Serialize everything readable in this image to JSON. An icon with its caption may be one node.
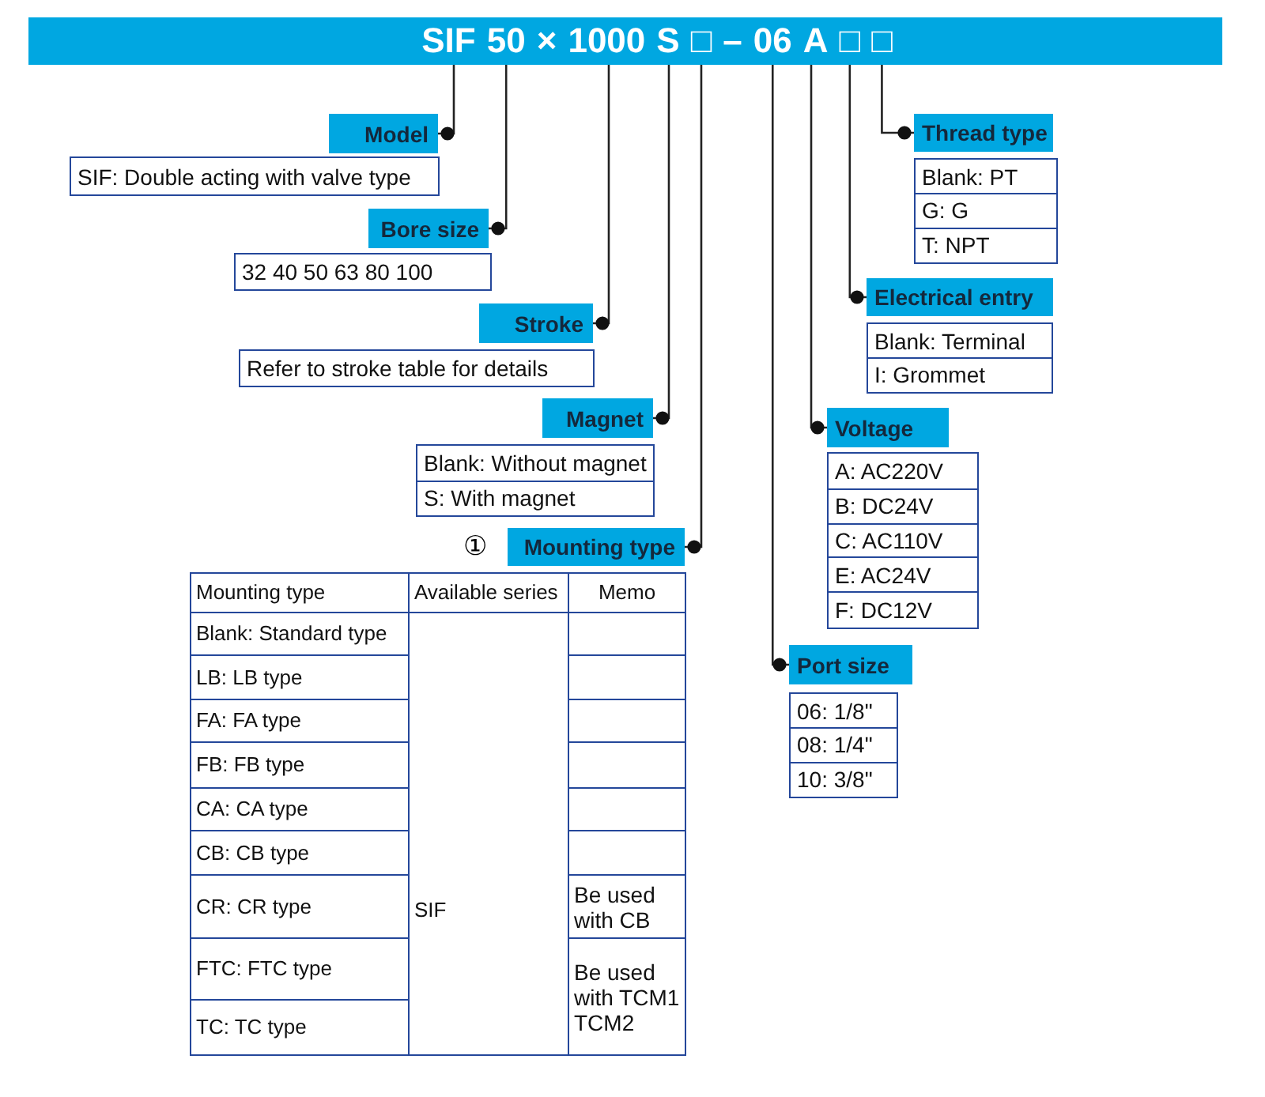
{
  "diagram": {
    "nodes": [
      {
        "text": [],
        "shape": "bar"
      },
      {
        "text": [
          "SIF"
        ],
        "in": 0
      },
      {
        "text": [
          "50"
        ],
        "in": 0
      },
      {
        "text": [
          "×"
        ],
        "in": 0
      },
      {
        "text": [
          "1000"
        ],
        "in": 0
      },
      {
        "text": [
          "S"
        ],
        "in": 0
      },
      {
        "text": [
          "□"
        ],
        "in": 0
      },
      {
        "text": [
          "–"
        ],
        "in": 0
      },
      {
        "text": [
          "06"
        ],
        "in": 0
      },
      {
        "text": [
          "A"
        ],
        "in": 0
      },
      {
        "text": [
          "□"
        ],
        "in": 0
      },
      {
        "text": [
          "□"
        ],
        "in": 0
      },
      {
        "text": [
          "Model"
        ]
      },
      {
        "text": [
          "SIF: Double acting with valve type"
        ]
      },
      {
        "text": [
          "Bore size"
        ]
      },
      {
        "text": [
          "32  40  50  63  80  100"
        ]
      },
      {
        "text": [
          "Stroke"
        ]
      },
      {
        "text": [
          "Refer to stroke table for details"
        ]
      },
      {
        "text": [
          "Magnet"
        ]
      },
      {
        "text": [
          "Blank: Without magnet",
          "S: With magnet"
        ]
      },
      {
        "text": [
          "Mounting type"
        ],
        "beside": [
          "①"
        ]
      },
      {
        "text": [
          "Mounting type",
          "Available series",
          "Memo",
          "Blank: Standard type",
          "LB: LB type",
          "FA: FA type",
          "FB: FB type",
          "CA: CA type",
          "CB: CB type",
          "CR: CR type",
          "SIF",
          "Be used with CB",
          "FTC: FTC type",
          "TC: TC type",
          "Be used with TCM1 TCM2"
        ]
      },
      {
        "text": [
          "Thread type"
        ]
      },
      {
        "text": [
          "Blank: PT",
          "G: G",
          "T: NPT"
        ]
      },
      {
        "text": [
          "Electrical entry"
        ]
      },
      {
        "text": [
          "Blank: Terminal",
          "I: Grommet"
        ]
      },
      {
        "text": [
          "Voltage"
        ]
      },
      {
        "text": [
          "A: AC220V",
          "B: DC24V",
          "C: AC110V",
          "E: AC24V",
          "F: DC12V"
        ]
      },
      {
        "text": [
          "Port size"
        ]
      },
      {
        "text": [
          "06: 1/8\"",
          "08: 1/4\"",
          "10: 3/8\""
        ]
      }
    ],
    "edges": [
      {
        "from": 1,
        "to": 12,
        "arrow": "other"
      },
      {
        "from": 2,
        "to": 14,
        "arrow": "other"
      },
      {
        "from": 4,
        "to": 16,
        "arrow": "other"
      },
      {
        "from": 5,
        "to": 18,
        "arrow": "other"
      },
      {
        "from": 6,
        "to": 20,
        "arrow": "other"
      },
      {
        "from": 8,
        "to": 28,
        "arrow": "other"
      },
      {
        "from": 9,
        "to": 26,
        "arrow": "other"
      },
      {
        "from": 10,
        "to": 24,
        "arrow": "other"
      },
      {
        "from": 11,
        "to": 22,
        "arrow": "other"
      }
    ]
  }
}
